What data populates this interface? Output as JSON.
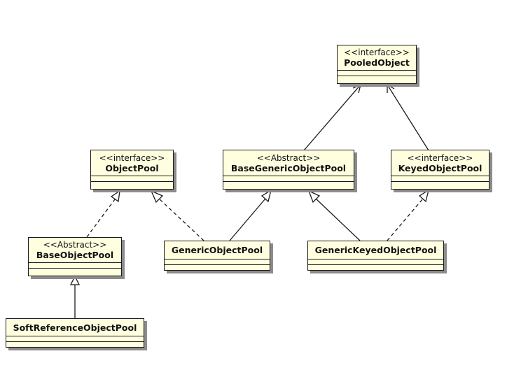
{
  "diagram": {
    "classes": [
      {
        "id": "pooled-object",
        "stereotype": "<<interface>>",
        "name": "PooledObject"
      },
      {
        "id": "object-pool",
        "stereotype": "<<interface>>",
        "name": "ObjectPool"
      },
      {
        "id": "base-generic-object-pool",
        "stereotype": "<<Abstract>>",
        "name": "BaseGenericObjectPool"
      },
      {
        "id": "keyed-object-pool",
        "stereotype": "<<interface>>",
        "name": "KeyedObjectPool"
      },
      {
        "id": "base-object-pool",
        "stereotype": "<<Abstract>>",
        "name": "BaseObjectPool"
      },
      {
        "id": "generic-object-pool",
        "stereotype": "",
        "name": "GenericObjectPool"
      },
      {
        "id": "generic-keyed-object-pool",
        "stereotype": "",
        "name": "GenericKeyedObjectPool"
      },
      {
        "id": "soft-reference-object-pool",
        "stereotype": "",
        "name": "SoftReferenceObjectPool"
      }
    ],
    "relations": [
      {
        "from": "base-generic-object-pool",
        "to": "pooled-object",
        "kind": "association"
      },
      {
        "from": "keyed-object-pool",
        "to": "pooled-object",
        "kind": "association"
      },
      {
        "from": "base-object-pool",
        "to": "object-pool",
        "kind": "realization"
      },
      {
        "from": "generic-object-pool",
        "to": "object-pool",
        "kind": "realization"
      },
      {
        "from": "generic-object-pool",
        "to": "base-generic-object-pool",
        "kind": "generalization"
      },
      {
        "from": "generic-keyed-object-pool",
        "to": "base-generic-object-pool",
        "kind": "generalization"
      },
      {
        "from": "generic-keyed-object-pool",
        "to": "keyed-object-pool",
        "kind": "realization"
      },
      {
        "from": "soft-reference-object-pool",
        "to": "base-object-pool",
        "kind": "generalization"
      }
    ]
  }
}
